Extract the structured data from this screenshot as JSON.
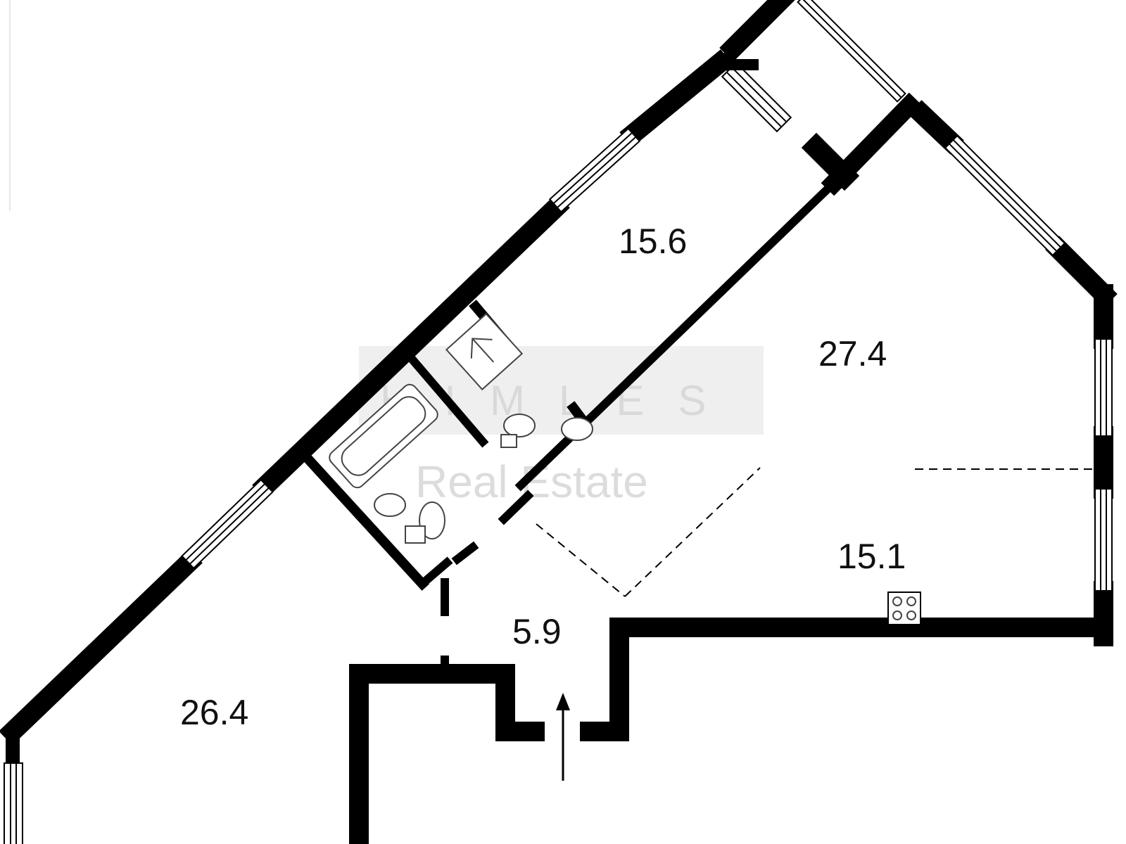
{
  "watermark": {
    "brand": "HIMLES",
    "subtitle": "Real Estate"
  },
  "rooms": [
    {
      "id": "room-top",
      "area": "15.6"
    },
    {
      "id": "room-right",
      "area": "27.4"
    },
    {
      "id": "kitchen",
      "area": "15.1"
    },
    {
      "id": "hall",
      "area": "5.9"
    },
    {
      "id": "room-left",
      "area": "26.4"
    }
  ],
  "colors": {
    "wall": "#000000",
    "background": "#ffffff",
    "watermark": "#d9d9d9"
  }
}
